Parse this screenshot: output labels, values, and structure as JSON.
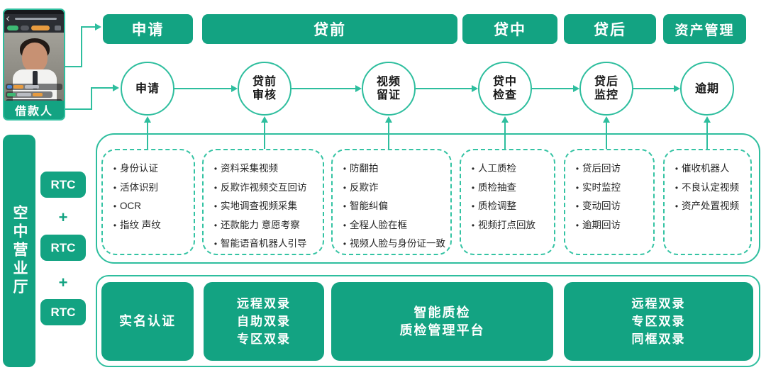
{
  "colors": {
    "brand_green": "#13A382",
    "line_green": "#2EBE9E",
    "dash_green": "#34C3A3",
    "text_dark": "#262626",
    "chip_orange": "#E79B3F",
    "chip_green": "#3DB974",
    "chip_blue": "#4F86D6"
  },
  "phone": {
    "label": "借款人"
  },
  "left_bar": {
    "label": "空中营业厅"
  },
  "rtc": {
    "label": "RTC",
    "plus": "+"
  },
  "top_stages": [
    "申请",
    "贷前",
    "贷中",
    "贷后",
    "资产管理"
  ],
  "flow_nodes": [
    {
      "line1": "申请",
      "line2": ""
    },
    {
      "line1": "贷前",
      "line2": "审核"
    },
    {
      "line1": "视频",
      "line2": "留证"
    },
    {
      "line1": "贷中",
      "line2": "检查"
    },
    {
      "line1": "贷后",
      "line2": "监控"
    },
    {
      "line1": "逾期",
      "line2": ""
    }
  ],
  "detail_boxes": [
    {
      "items": [
        "身份认证",
        "活体识别",
        "OCR",
        "指纹 声纹"
      ]
    },
    {
      "items": [
        "资料采集视频",
        "反欺诈视频交互回访",
        "实地调查视频采集",
        "还款能力 意愿考察",
        "智能语音机器人引导"
      ]
    },
    {
      "items": [
        "防翻拍",
        "反欺诈",
        "智能纠偏",
        "全程人脸在框",
        "视频人脸与身份证一致"
      ]
    },
    {
      "items": [
        "人工质检",
        "质检抽查",
        "质检调整",
        "视频打点回放"
      ]
    },
    {
      "items": [
        "贷后回访",
        "实时监控",
        "变动回访",
        "逾期回访"
      ]
    },
    {
      "items": [
        "催收机器人",
        "不良认定视频",
        "资产处置视频"
      ]
    }
  ],
  "bottom_boxes": [
    {
      "lines": [
        "实名认证",
        "",
        ""
      ]
    },
    {
      "lines": [
        "远程双录",
        "自助双录",
        "专区双录"
      ]
    },
    {
      "lines": [
        "智能质检",
        "质检管理平台",
        ""
      ]
    },
    {
      "lines": [
        "远程双录",
        "专区双录",
        "同框双录"
      ]
    }
  ]
}
